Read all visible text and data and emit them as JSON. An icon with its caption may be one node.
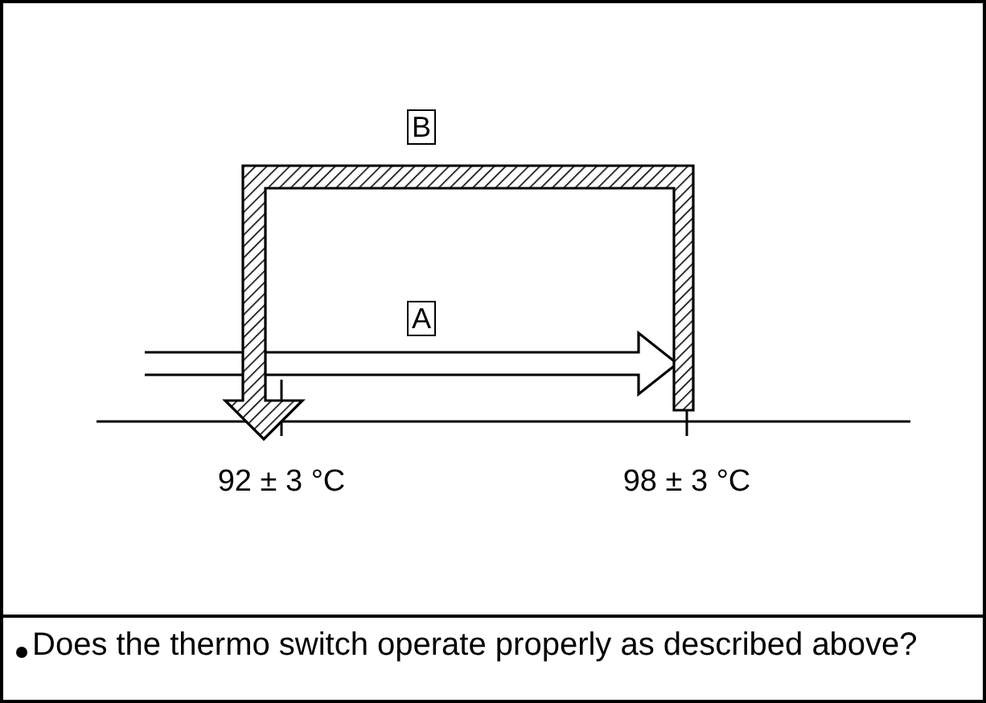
{
  "diagram": {
    "labels": [
      "B",
      "A",
      "92 ± 3 °C",
      "98 ± 3 °C",
      "Does the thermo switch operate properly as described above?"
    ]
  }
}
